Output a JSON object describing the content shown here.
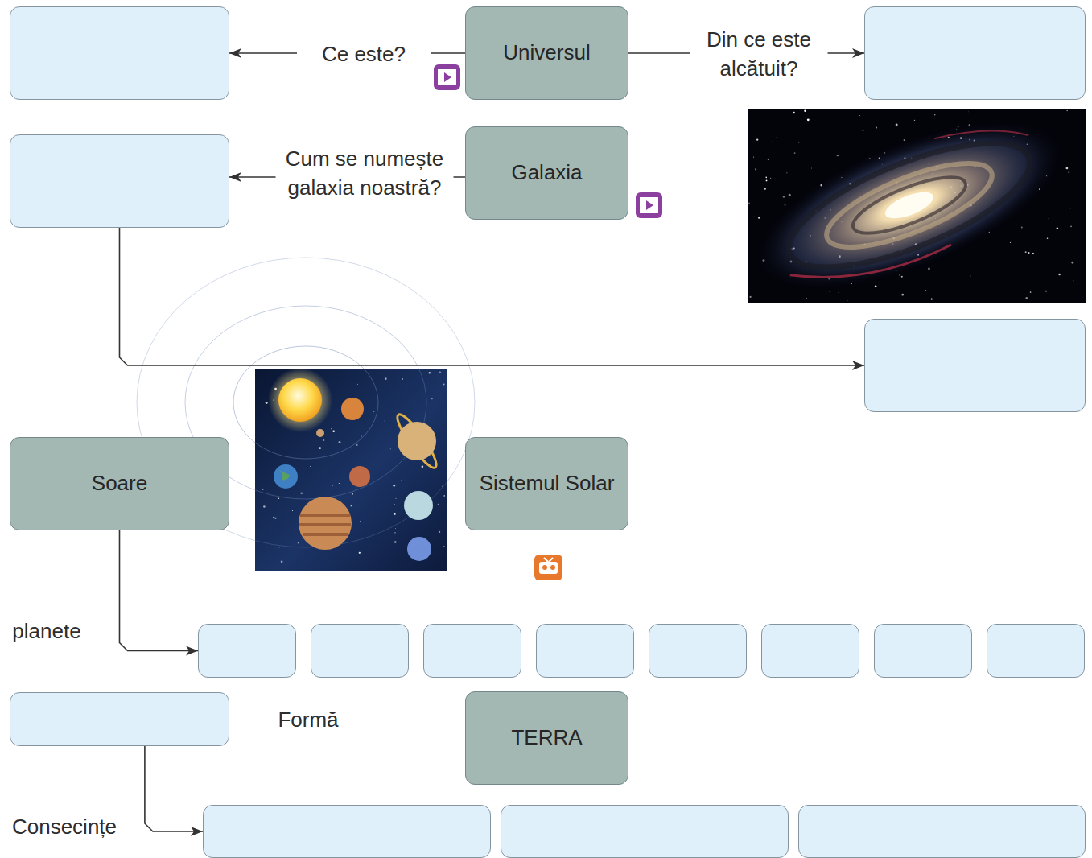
{
  "diagram": {
    "nodes": [
      {
        "text": []
      },
      {
        "text": [
          "Universul"
        ]
      },
      {
        "text": []
      },
      {
        "text": []
      },
      {
        "text": [
          "Galaxia"
        ]
      },
      {
        "text": []
      },
      {
        "text": [
          "Soare"
        ]
      },
      {
        "text": [
          "Sistemul Solar"
        ]
      },
      {
        "text": []
      },
      {
        "text": []
      },
      {
        "text": []
      },
      {
        "text": []
      },
      {
        "text": []
      },
      {
        "text": []
      },
      {
        "text": []
      },
      {
        "text": []
      },
      {
        "text": []
      },
      {
        "text": [
          "TERRA"
        ]
      },
      {
        "text": []
      },
      {
        "text": []
      },
      {
        "text": []
      }
    ],
    "edges": [
      {
        "from": 1,
        "to": 0,
        "label": "Ce este?",
        "arrow": "to"
      },
      {
        "from": 1,
        "to": 2,
        "label": "Din ce este alcătuit?",
        "arrow": "to"
      },
      {
        "from": 4,
        "to": 3,
        "label": "Cum se numește galaxia noastră?",
        "arrow": "to"
      },
      {
        "from": 3,
        "to": 5,
        "arrow": "to"
      },
      {
        "from": 6,
        "to": 8,
        "label": "planete",
        "arrow": "to"
      },
      {
        "from": 16,
        "to": 18,
        "label": "Consecințe",
        "arrow": "to"
      }
    ],
    "labels": [
      "Formă"
    ]
  }
}
